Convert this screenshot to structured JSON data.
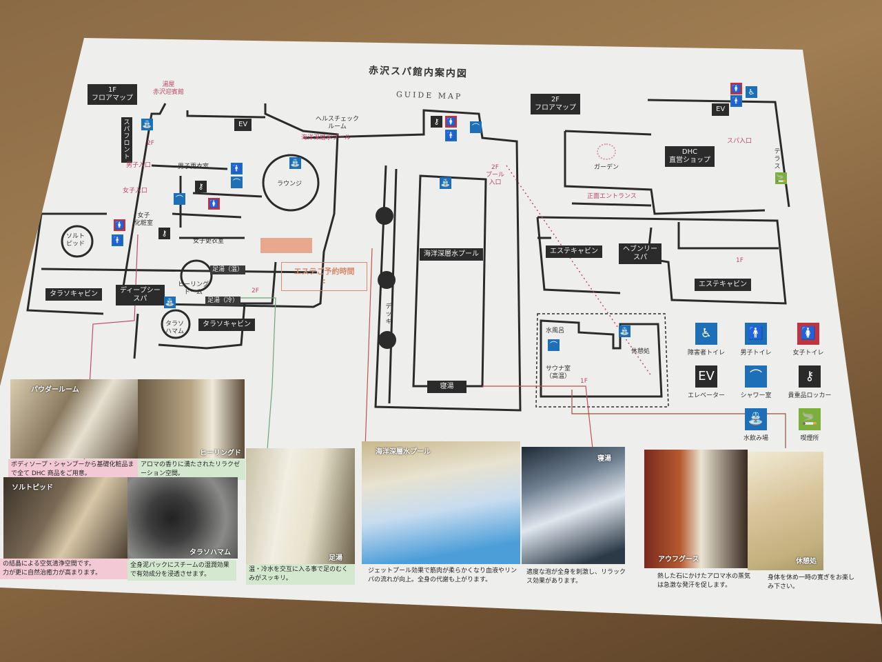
{
  "header": {
    "title": "赤沢スパ館内案内図",
    "subtitle": "GUIDE MAP"
  },
  "floor1": {
    "badge": "1F\nフロアマップ",
    "labels": {
      "exit_top": "湯屋\n赤沢迎賓館",
      "spa_front": "スパフロント",
      "stairs_2f": "2F",
      "mens_entrance": "男子入口",
      "womens_entrance": "女子入口",
      "mens_locker": "男子更衣室",
      "womens_powder": "女子\n化粧室",
      "womens_locker": "女子更衣室",
      "salt_pit": "ソルト\nピッド",
      "health_check": "ヘルスチェック\nルーム",
      "deep_pool_arrow": "海洋深層水プール",
      "lounge": "ラウンジ",
      "foot_bath_hot": "足湯（温）",
      "foot_bath_cold": "足湯（冷）",
      "healing_dome": "ヒーリング\nドーム",
      "thalasso_hammam": "タラソ\nハマム",
      "stairs_2f_b": "2F",
      "deck": "デッキ",
      "pool_entrance": "2F\nプール\n入口"
    },
    "tags": {
      "thalasso_cabin_left": "タラソキャビン",
      "deep_sea_spa": "ディープシー\nスパ",
      "thalasso_cabin_right": "タラソキャビン",
      "deep_pool": "海洋深層水プール",
      "sleeping_bath": "寝湯",
      "ev": "EV"
    },
    "reservation": {
      "title": "エステご予約時間",
      "value": ":"
    }
  },
  "floor2": {
    "badge": "2F\nフロアマップ",
    "labels": {
      "garden": "ガーデン",
      "spa_entrance": "スパ入口",
      "terrace": "テラス",
      "front_entrance": "正面エントランス",
      "stairs_1f": "1F",
      "cold_bath": "水風呂",
      "rest_area": "休憩処",
      "sauna": "サウナ室\n（高温）",
      "stairs_1f_b": "1F"
    },
    "tags": {
      "dhc_shop": "DHC\n直営ショップ",
      "esthe_cabin_left": "エステキャビン",
      "heavenly_spa": "ヘブンリー\nスパ",
      "esthe_cabin_right": "エステキャビン",
      "ev": "EV"
    }
  },
  "legend": [
    {
      "icon": "wheelchair-icon",
      "label": "障害者トイレ",
      "glyph": "♿",
      "color": "#1d6fb8"
    },
    {
      "icon": "male-icon",
      "label": "男子トイレ",
      "glyph": "🚹",
      "color": "#1d6fb8"
    },
    {
      "icon": "female-icon",
      "label": "女子トイレ",
      "glyph": "🚺",
      "color": "#c0333f"
    },
    {
      "icon": "elevator-icon",
      "label": "エレベーター",
      "glyph": "EV",
      "color": "#2a2a2a"
    },
    {
      "icon": "shower-icon",
      "label": "シャワー室",
      "glyph": "⌒",
      "color": "#1d6fb8"
    },
    {
      "icon": "key-icon",
      "label": "貴重品ロッカー",
      "glyph": "⚷",
      "color": "#2a2a2a"
    },
    {
      "icon": "water-fountain-icon",
      "label": "水飲み場",
      "glyph": "⛲",
      "color": "#1d6fb8"
    },
    {
      "icon": "smoking-icon",
      "label": "喫煙所",
      "glyph": "🚬",
      "color": "#7cae3b"
    }
  ],
  "photos": [
    {
      "label": "パウダールーム",
      "caption": "ボディソープ・シャンプーから基礎化粧品まで全て DHC 商品をご用意。"
    },
    {
      "label": "ヒーリングドーム",
      "caption": "アロマの香りに満たされたリラクゼーション空間。"
    },
    {
      "label": "ソルトピッド",
      "caption": "の結晶による空気清浄空間です。\n力が更に自然治癒力が高まります。"
    },
    {
      "label": "タラソハマム",
      "caption": "全身泥パックにスチームの湿潤効果で有効成分を浸透させます。"
    },
    {
      "label": "足湯",
      "caption": "温・冷水を交互に入る事で足のむくみがスッキリ。"
    },
    {
      "label": "海洋深層水プール",
      "caption": "ジェットプール効果で筋肉が柔らかくなり血液やリンパの流れが向上。全身の代謝も上がります。"
    },
    {
      "label": "寝湯",
      "caption": "適度な泡が全身を刺激し、リラックス効果があります。"
    },
    {
      "label": "アウフグース",
      "caption": "熱した石にかけたアロマ水の蒸気は急激な発汗を促します。"
    },
    {
      "label": "休憩処",
      "caption": "身体を休め一時の寛ぎをお楽しみ下さい。"
    }
  ]
}
